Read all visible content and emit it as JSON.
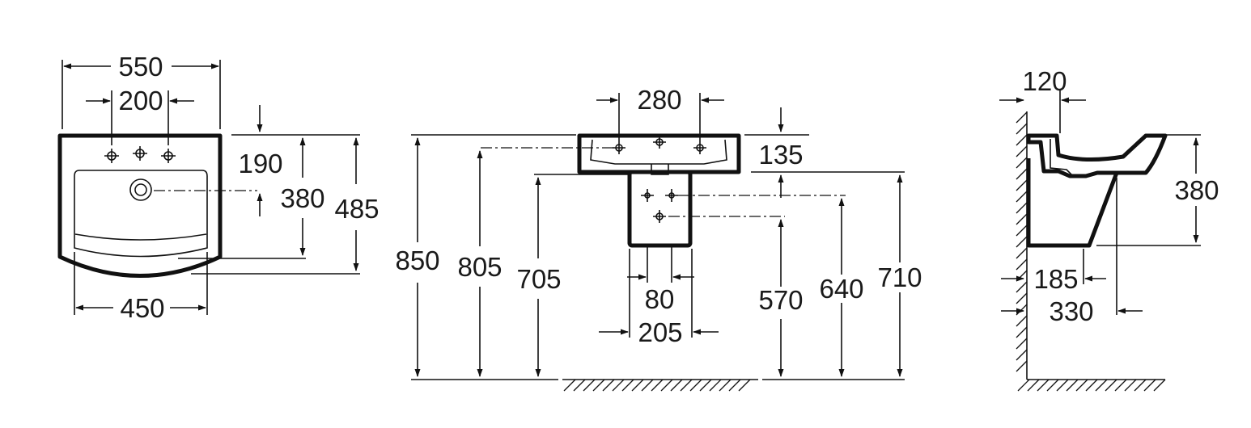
{
  "front_view": {
    "overall_width": "550",
    "tap_hole_spacing": "200",
    "depth_to_waste": "190",
    "inner_depth": "380",
    "overall_depth": "485",
    "bowl_width": "450"
  },
  "side_view": {
    "top_tap_spacing": "280",
    "basin_height": "135",
    "floor_to_rim": "850",
    "floor_to_tap_axis": "805",
    "floor_to_pedestal_top": "705",
    "floor_to_outlet_low": "570",
    "floor_to_outlet_high": "640",
    "floor_to_pedestal_bottom": "710",
    "pedestal_inner_width": "80",
    "pedestal_width": "205"
  },
  "profile_view": {
    "wall_to_tap": "120",
    "basin_height": "380",
    "wall_to_pedestal": "185",
    "wall_to_front": "330"
  }
}
